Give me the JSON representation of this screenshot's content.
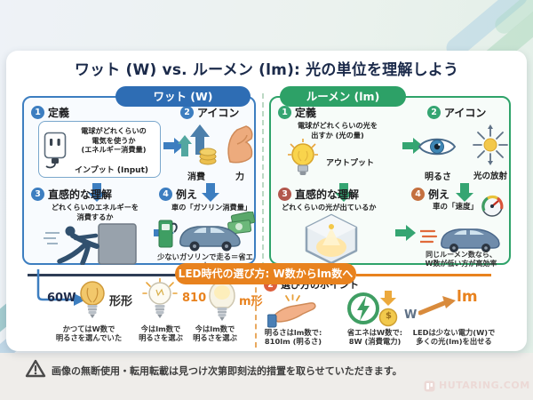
{
  "title": "ワット (W) vs. ルーメン (lm): 光の単位を理解しよう",
  "watt": {
    "header": "ワット (W)",
    "s1_num": "1",
    "s1_title": "定義",
    "s1_text": "電球がどれくらいの\n電気を使うか\n(エネルギー消費量)",
    "s1_tag": "インプット (Input)",
    "s2_num": "2",
    "s2_title": "アイコン",
    "s2_label1": "消費",
    "s2_label2": "力",
    "s3_num": "3",
    "s3_title": "直感的な理解",
    "s3_text": "どれくらいのエネルギーを\n消費するか",
    "s4_num": "4",
    "s4_title": "例え",
    "s4_text": "車の「ガソリン消費量」",
    "s4_caption": "少ないガソリンで走る＝省エネ"
  },
  "lumen": {
    "header": "ルーメン (lm)",
    "s1_num": "1",
    "s1_title": "定義",
    "s1_text": "電球がどれくらいの光を\n出すか (光の量)",
    "s1_tag": "アウトプット",
    "s2_num": "2",
    "s2_title": "アイコン",
    "s2_label1": "明るさ",
    "s2_label2": "光の放射",
    "s3_num": "3",
    "s3_title": "直感的な理解",
    "s3_text": "どれくらいの光が出ているか",
    "s4_num": "4",
    "s4_title": "例え",
    "s4_text": "車の「速度」",
    "s4_caption": "同じルーメン数なら、\nW数が低い方が高効率"
  },
  "led": {
    "header": "LED時代の選び方: W数からlm数へ",
    "bulb1_left": "60W",
    "bulb1_right": "形形",
    "bulb1_caption": "かつてはW数で\n明るさを選んでいた",
    "bulb2_caption": "今はlm数で\n明るさを選ぶ",
    "bulb3_left": "810",
    "bulb3_right": "m形",
    "bulb3_caption": "今はlm数で\n明るさを選ぶ",
    "points_num": "2",
    "points_title": "選び方のポイント",
    "point1": "明るさはlm数で:\n810lm (明るさ)",
    "point2": "省エネはW数で:\n8W (消費電力)",
    "point3": "LEDは少ない電力(W)で\n多くの光(lm)を出せる",
    "w_label": "W",
    "lm_label": "lm",
    "coin_symbol": "$"
  },
  "footer": {
    "warning": "画像の無断使用・転用転載は見つけ次第即刻法的措置を取らせていただきます。",
    "watermark": "HUTARING.COM"
  },
  "colors": {
    "watt_blue": "#2e6db4",
    "lumen_green": "#2da167",
    "led_orange": "#e8821e",
    "title_navy": "#1b2a4a",
    "red_circle": "#b2574d",
    "orange_circle": "#c4703f",
    "points_circle": "#dd5f3d"
  }
}
